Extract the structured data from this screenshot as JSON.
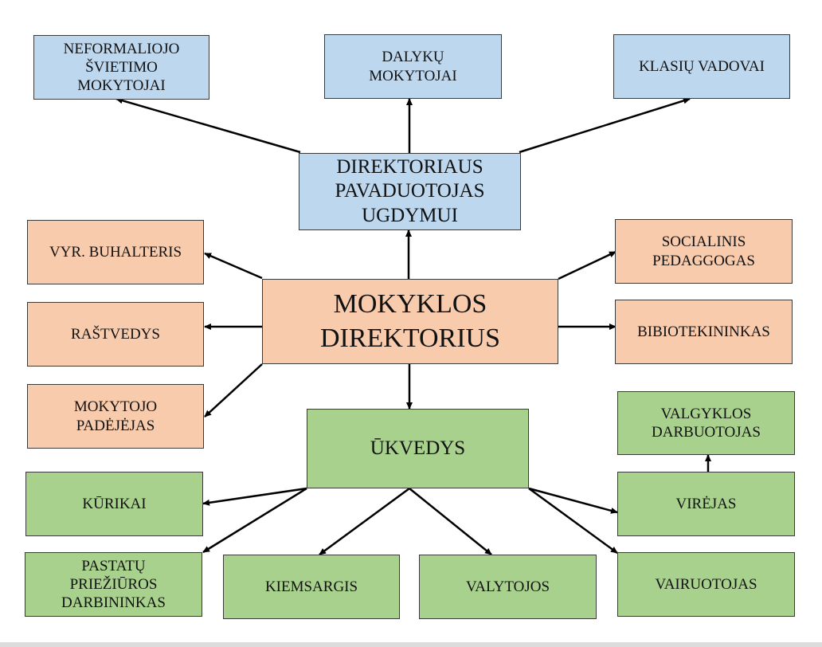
{
  "diagram": {
    "nodes": {
      "neformaliojo": {
        "label": "NEFORMALIOJO\nŠVIETIMO\nMOKYTOJAI",
        "color": "#bdd7ee"
      },
      "dalyku": {
        "label": "DALYKŲ\nMOKYTOJAI",
        "color": "#bdd7ee"
      },
      "klasiu": {
        "label": "KLASIŲ VADOVAI",
        "color": "#bdd7ee"
      },
      "pavaduotojas": {
        "label": "DIREKTORIAUS\nPAVADUOTOJAS\nUGDYMUI",
        "color": "#bdd7ee"
      },
      "buhalteris": {
        "label": "VYR. BUHALTERIS",
        "color": "#f8cbad"
      },
      "rastvedys": {
        "label": "RAŠTVEDYS",
        "color": "#f8cbad"
      },
      "padejejas": {
        "label": "MOKYTOJO\nPADĖJĖJAS",
        "color": "#f8cbad"
      },
      "direktorius": {
        "label": "MOKYKLOS\nDIREKTORIUS",
        "color": "#f8cbad"
      },
      "socialinis": {
        "label": "SOCIALINIS\nPEDAGGOGAS",
        "color": "#f8cbad"
      },
      "bibliotekininkas": {
        "label": "BIBIOTEKININKAS",
        "color": "#f8cbad"
      },
      "ukvedys": {
        "label": "ŪKVEDYS",
        "color": "#a9d18e"
      },
      "valgyklos": {
        "label": "VALGYKLOS\nDARBUOTOJAS",
        "color": "#a9d18e"
      },
      "kurikai": {
        "label": "KŪRIKAI",
        "color": "#a9d18e"
      },
      "virejas": {
        "label": "VIRĖJAS",
        "color": "#a9d18e"
      },
      "pastatu": {
        "label": "PASTATŲ\nPRIEŽIŪROS\nDARBININKAS",
        "color": "#a9d18e"
      },
      "kiemsargis": {
        "label": "KIEMSARGIS",
        "color": "#a9d18e"
      },
      "valytojos": {
        "label": "VALYTOJOS",
        "color": "#a9d18e"
      },
      "vairuotojas": {
        "label": "VAIRUOTOJAS",
        "color": "#a9d18e"
      }
    },
    "edges": [
      {
        "from": "direktorius",
        "to": "pavaduotojas"
      },
      {
        "from": "pavaduotojas",
        "to": "neformaliojo"
      },
      {
        "from": "pavaduotojas",
        "to": "dalyku"
      },
      {
        "from": "pavaduotojas",
        "to": "klasiu"
      },
      {
        "from": "direktorius",
        "to": "buhalteris"
      },
      {
        "from": "direktorius",
        "to": "rastvedys"
      },
      {
        "from": "direktorius",
        "to": "padejejas"
      },
      {
        "from": "direktorius",
        "to": "socialinis"
      },
      {
        "from": "direktorius",
        "to": "bibliotekininkas"
      },
      {
        "from": "direktorius",
        "to": "ukvedys"
      },
      {
        "from": "ukvedys",
        "to": "kurikai"
      },
      {
        "from": "ukvedys",
        "to": "pastatu"
      },
      {
        "from": "ukvedys",
        "to": "kiemsargis"
      },
      {
        "from": "ukvedys",
        "to": "valytojos"
      },
      {
        "from": "ukvedys",
        "to": "virejas"
      },
      {
        "from": "ukvedys",
        "to": "vairuotojas"
      },
      {
        "from": "virejas",
        "to": "valgyklos"
      }
    ]
  }
}
